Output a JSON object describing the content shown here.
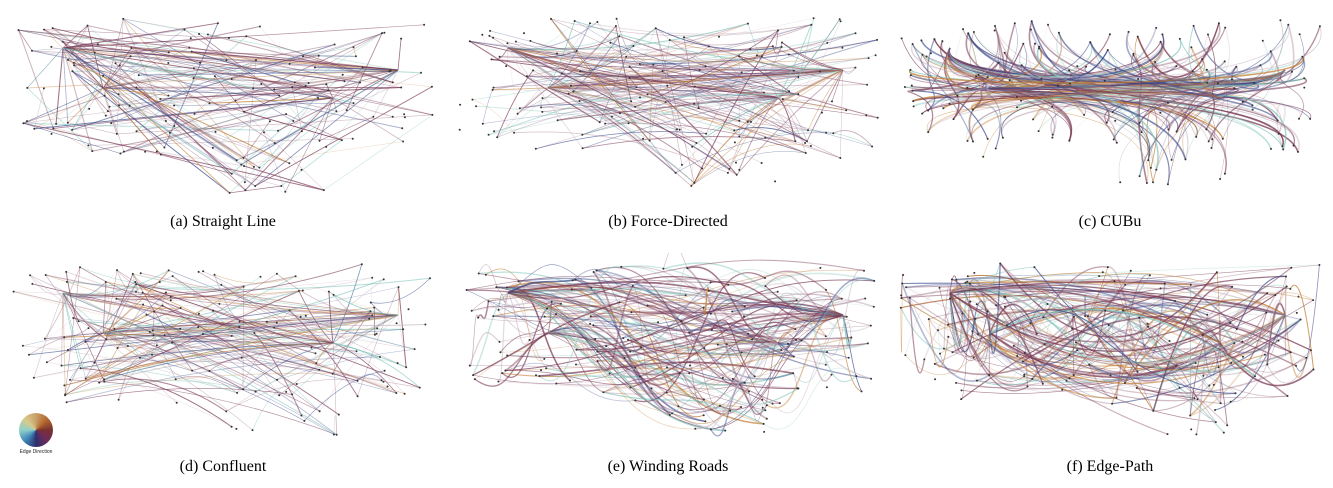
{
  "panels": [
    {
      "id": "a",
      "caption": "(a)  Straight Line",
      "style": "straight"
    },
    {
      "id": "b",
      "caption": "(b)  Force-Directed",
      "style": "force"
    },
    {
      "id": "c",
      "caption": "(c)  CUBu",
      "style": "cubu"
    },
    {
      "id": "d",
      "caption": "(d)  Confluent",
      "style": "confluent"
    },
    {
      "id": "e",
      "caption": "(e)  Winding Roads",
      "style": "winding"
    },
    {
      "id": "f",
      "caption": "(f)  Edge-Path",
      "style": "edgepath"
    }
  ],
  "legend": {
    "label": "Edge Direction"
  },
  "colors": {
    "edge_main": "#7a3a55",
    "edge_blue": "#3a4a8a",
    "edge_orange": "#c07a2a",
    "edge_teal": "#7cc4b8",
    "edge_light": "#c9b8c4",
    "node": "#333333"
  }
}
